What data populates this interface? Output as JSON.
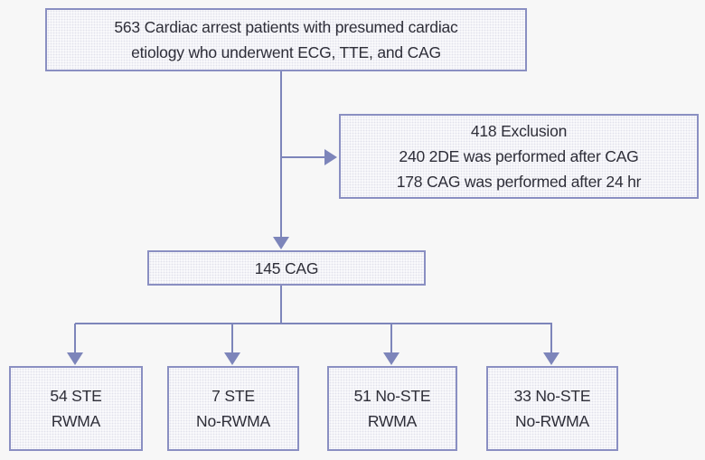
{
  "style": {
    "line_color": "#7d85ba",
    "box_border_color": "#8a8fc2",
    "box_fill_base": "#fdfdfe",
    "box_fill_dot": "#e2e2ec",
    "text_color": "#2e2e38",
    "background_color": "#f7f7f7"
  },
  "flowchart": {
    "top_box": {
      "lines": [
        "563 Cardiac arrest patients with presumed cardiac",
        "etiology who underwent ECG, TTE, and CAG"
      ]
    },
    "exclusion_box": {
      "lines": [
        "418 Exclusion",
        "240 2DE was performed after CAG",
        "178 CAG was performed after 24 hr"
      ]
    },
    "cag_box": {
      "label": "145 CAG"
    },
    "outcome_boxes": [
      {
        "lines": [
          "54 STE",
          "RWMA"
        ]
      },
      {
        "lines": [
          "7 STE",
          "No-RWMA"
        ]
      },
      {
        "lines": [
          "51 No-STE",
          "RWMA"
        ]
      },
      {
        "lines": [
          "33 No-STE",
          "No-RWMA"
        ]
      }
    ]
  }
}
